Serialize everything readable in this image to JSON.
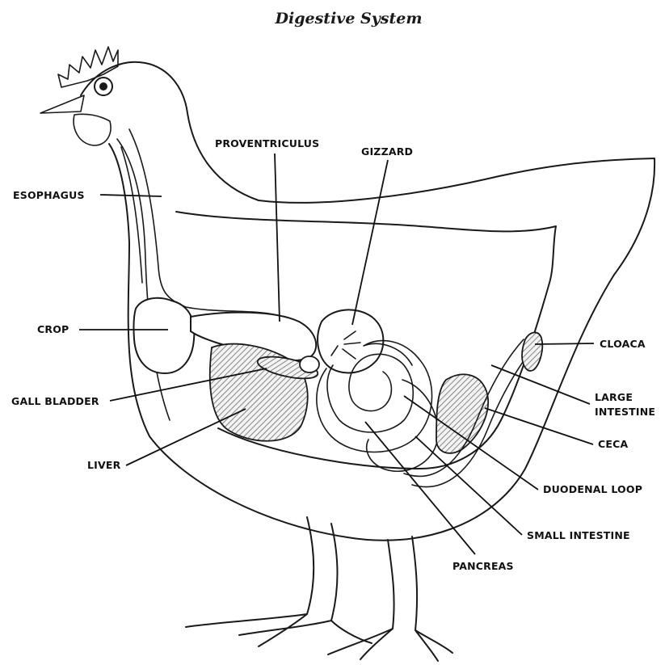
{
  "title": "Digestive System",
  "labels": {
    "esophagus": "ESOPHAGUS",
    "proventriculus": "PROVENTRICULUS",
    "gizzard": "GIZZARD",
    "crop": "CROP",
    "cloaca": "CLOACA",
    "gall_bladder": "GALL BLADDER",
    "large_intestine_line1": "LARGE",
    "large_intestine_line2": "INTESTINE",
    "liver": "LIVER",
    "ceca": "CECA",
    "duodenal_loop": "DUODENAL LOOP",
    "small_intestine": "SMALL INTESTINE",
    "pancreas": "PANCREAS"
  }
}
